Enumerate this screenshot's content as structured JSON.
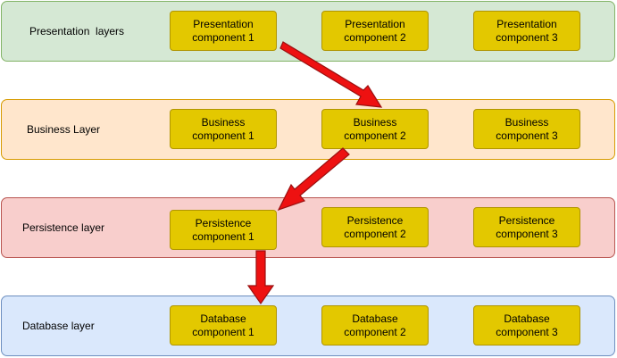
{
  "layers": [
    {
      "label": "Presentation  layers",
      "fill": "#d5e8d4",
      "stroke": "#82b366",
      "components": [
        {
          "line1": "Presentation",
          "line2": "component 1"
        },
        {
          "line1": "Presentation",
          "line2": "component 2"
        },
        {
          "line1": "Presentation",
          "line2": "component 3"
        }
      ]
    },
    {
      "label": "Business Layer",
      "fill": "#ffe6cc",
      "stroke": "#d79b00",
      "components": [
        {
          "line1": "Business",
          "line2": "component 1"
        },
        {
          "line1": "Business",
          "line2": "component 2"
        },
        {
          "line1": "Business",
          "line2": "component 3"
        }
      ]
    },
    {
      "label": "Persistence layer",
      "fill": "#f8cecc",
      "stroke": "#b85450",
      "components": [
        {
          "line1": "Persistence",
          "line2": "component 1"
        },
        {
          "line1": "Persistence",
          "line2": "component 2"
        },
        {
          "line1": "Persistence",
          "line2": "component 3"
        }
      ]
    },
    {
      "label": "Database layer",
      "fill": "#dae8fc",
      "stroke": "#6c8ebf",
      "components": [
        {
          "line1": "Database",
          "line2": "component 1"
        },
        {
          "line1": "Database",
          "line2": "component 2"
        },
        {
          "line1": "Database",
          "line2": "component 3"
        }
      ]
    }
  ],
  "component_colors": {
    "fill": "#e3c800",
    "stroke": "#b09500"
  },
  "arrow_color": "#ee1111"
}
